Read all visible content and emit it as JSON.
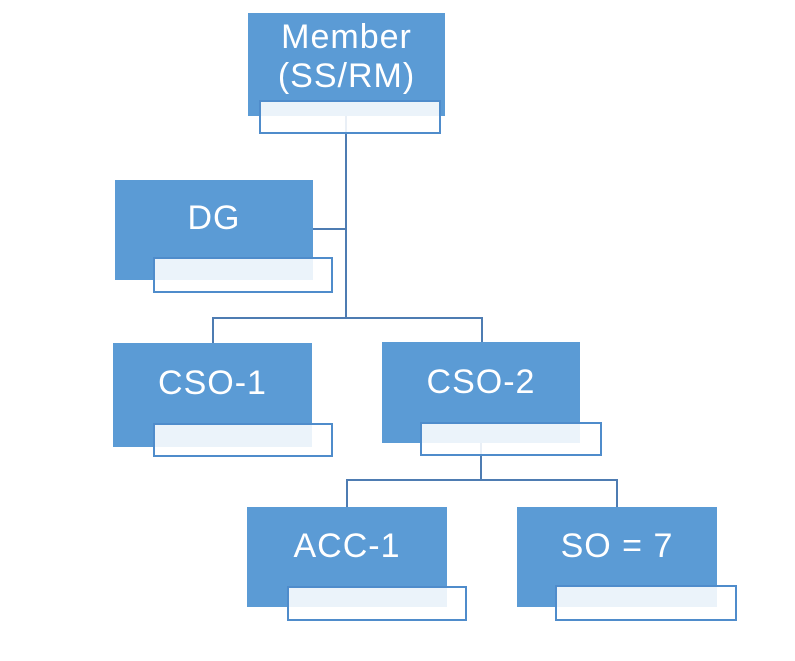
{
  "chart_title": "",
  "colors": {
    "box_fill": "#5b9bd5",
    "box_text": "#ffffff",
    "connector": "#4e7cb2",
    "subbox_border": "#4f8ccb",
    "subbox_fill": "rgba(255,255,255,0.88)",
    "background": "#ffffff"
  },
  "nodes": [
    {
      "id": "member",
      "label": "Member (SS/RM)",
      "lines": [
        "Member",
        "(SS/RM)"
      ]
    },
    {
      "id": "dg",
      "label": "DG"
    },
    {
      "id": "cso1",
      "label": "CSO-1"
    },
    {
      "id": "cso2",
      "label": "CSO-2"
    },
    {
      "id": "acc1",
      "label": "ACC-1"
    },
    {
      "id": "so7",
      "label": "SO = 7"
    }
  ],
  "edges": [
    {
      "from": "member",
      "to": "dg",
      "type": "assistant"
    },
    {
      "from": "member",
      "to": "cso1",
      "type": "subordinate"
    },
    {
      "from": "member",
      "to": "cso2",
      "type": "subordinate"
    },
    {
      "from": "cso2",
      "to": "acc1",
      "type": "subordinate"
    },
    {
      "from": "cso2",
      "to": "so7",
      "type": "subordinate"
    }
  ]
}
